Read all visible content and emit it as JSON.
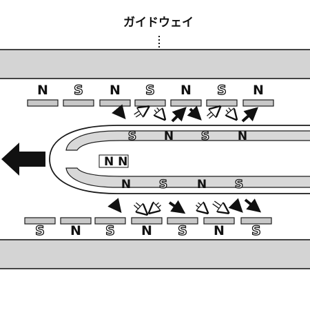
{
  "title": "ガイドウェイ",
  "colors": {
    "guideway": "#d4d4d4",
    "pole_bar": "#c8c8c8",
    "outline": "#1a1a1a",
    "arrow_fill": "#111111",
    "background": "#ffffff"
  },
  "top_guideway_magnets": [
    {
      "pole": "N",
      "style": "filled"
    },
    {
      "pole": "S",
      "style": "outline"
    },
    {
      "pole": "N",
      "style": "filled"
    },
    {
      "pole": "S",
      "style": "outline"
    },
    {
      "pole": "N",
      "style": "filled"
    },
    {
      "pole": "S",
      "style": "outline"
    },
    {
      "pole": "N",
      "style": "filled"
    }
  ],
  "bottom_guideway_magnets": [
    {
      "pole": "S",
      "style": "outline"
    },
    {
      "pole": "N",
      "style": "filled"
    },
    {
      "pole": "S",
      "style": "outline"
    },
    {
      "pole": "N",
      "style": "filled"
    },
    {
      "pole": "S",
      "style": "outline"
    },
    {
      "pole": "N",
      "style": "filled"
    },
    {
      "pole": "S",
      "style": "outline"
    }
  ],
  "train_upper_magnets": [
    {
      "pole": "S",
      "style": "outline"
    },
    {
      "pole": "N",
      "style": "filled"
    },
    {
      "pole": "S",
      "style": "outline"
    },
    {
      "pole": "N",
      "style": "filled"
    }
  ],
  "train_lower_magnets": [
    {
      "pole": "N",
      "style": "filled"
    },
    {
      "pole": "S",
      "style": "outline"
    },
    {
      "pole": "N",
      "style": "filled"
    },
    {
      "pole": "S",
      "style": "outline"
    }
  ],
  "center_label": "N N",
  "direction": "left"
}
